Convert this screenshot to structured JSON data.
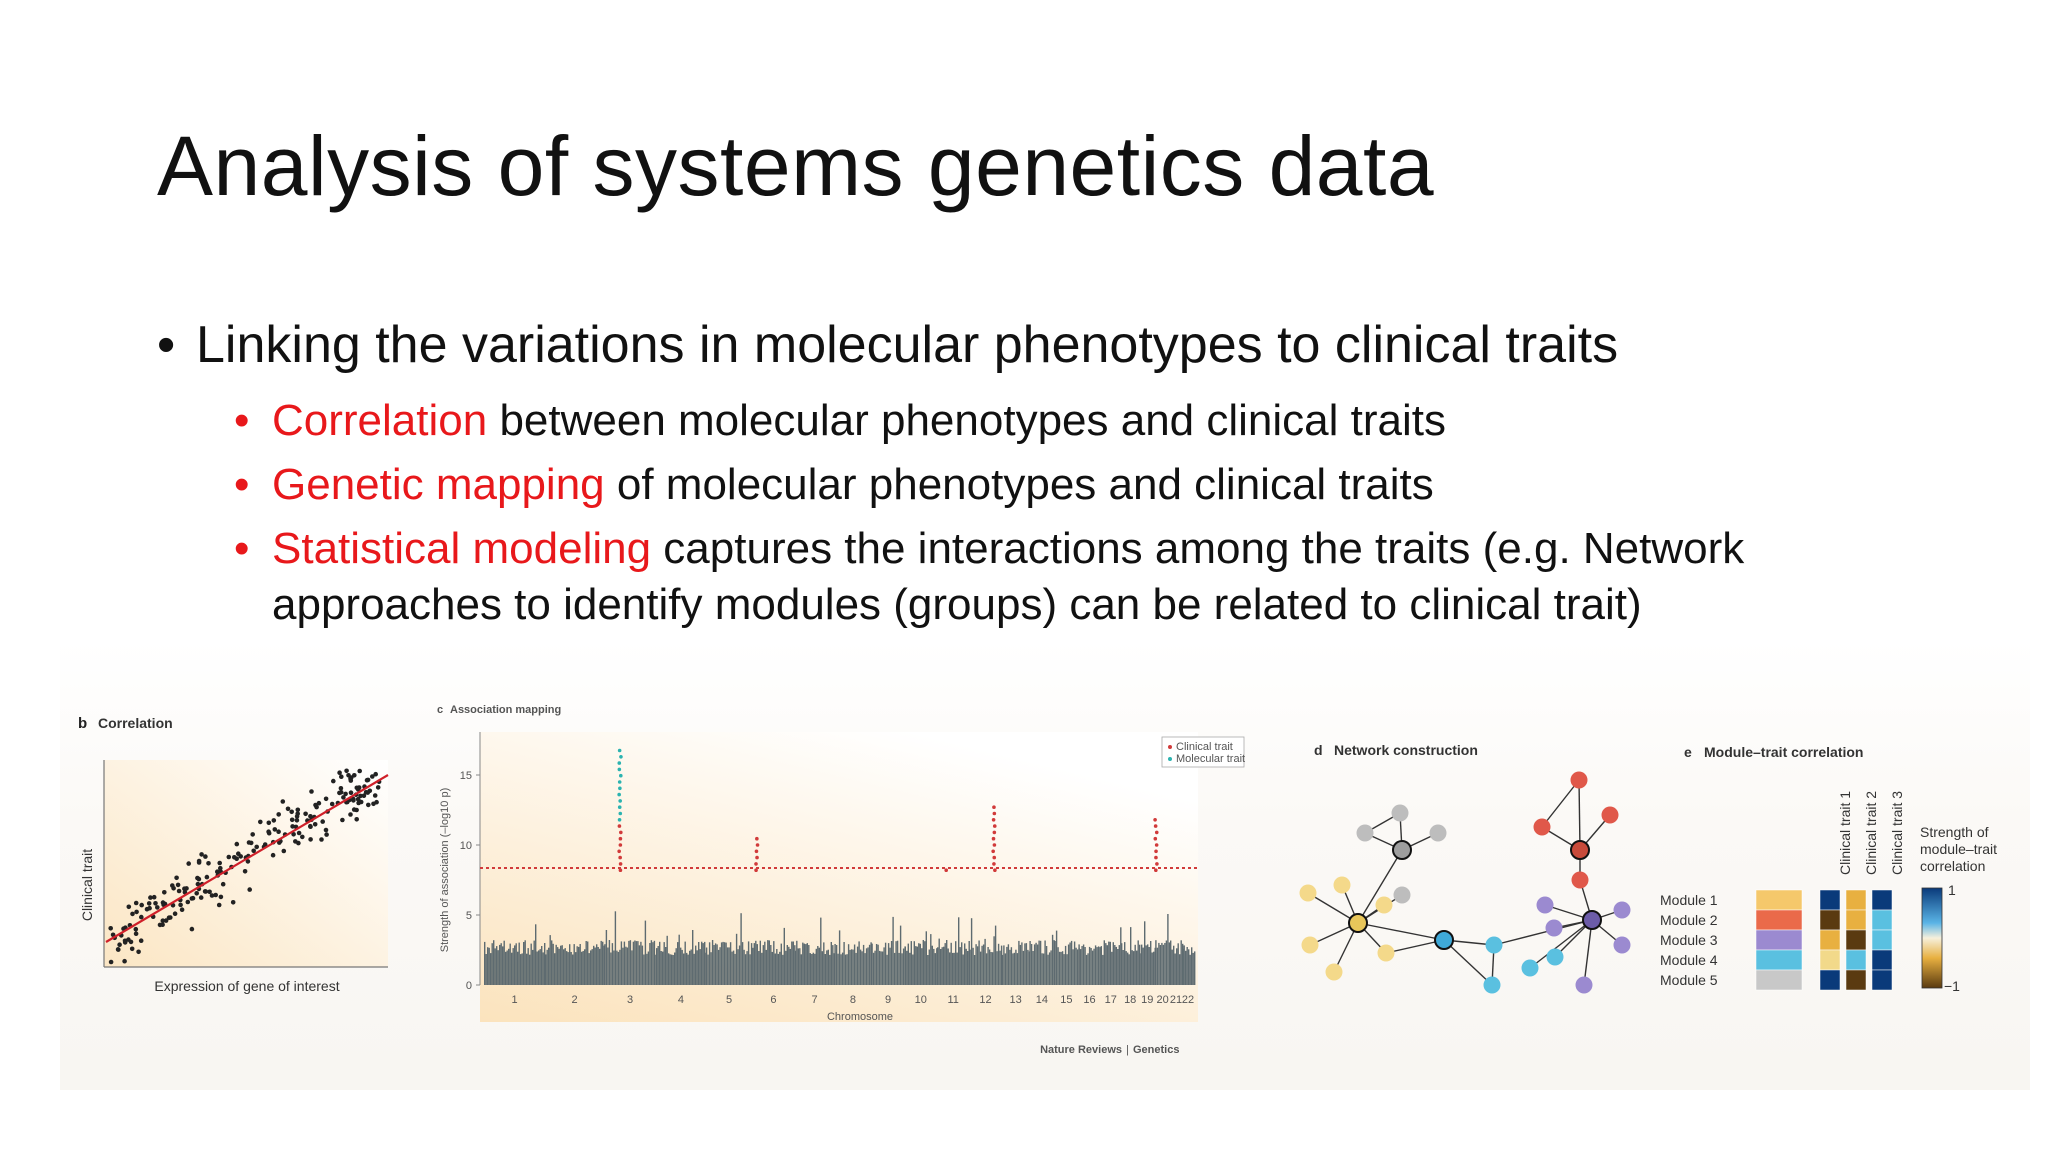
{
  "slide": {
    "title": "Analysis of systems genetics data",
    "main_bullet": "Linking the variations in molecular phenotypes to clinical traits",
    "sub_bullets": [
      {
        "highlight": "Correlation",
        "rest": " between molecular phenotypes and clinical traits"
      },
      {
        "highlight": "Genetic mapping",
        "rest": " of molecular phenotypes and clinical traits"
      },
      {
        "highlight": "Statistical modeling",
        "rest": " captures the interactions among the traits (e.g. Network approaches to identify modules (groups) can be related to clinical trait)"
      }
    ],
    "accent_color": "#e8181b"
  },
  "panel_b": {
    "letter": "b",
    "title": "Correlation",
    "ylabel": "Clinical trait",
    "xlabel": "Expression of gene of interest",
    "line_color": "#d0202a"
  },
  "panel_c": {
    "letter": "c",
    "title": "Association mapping",
    "ylabel": "Strength of association (–log10 p)",
    "xlabel": "Chromosome",
    "y_ticks": [
      "0",
      "5",
      "10",
      "15"
    ],
    "chromosomes": [
      "1",
      "2",
      "3",
      "4",
      "5",
      "6",
      "7",
      "8",
      "9",
      "10",
      "11",
      "12",
      "13",
      "14",
      "15",
      "16",
      "17",
      "18",
      "19",
      "20",
      "21",
      "22"
    ],
    "legend": [
      "Clinical trait",
      "Molecular trait"
    ],
    "credit_journal": "Nature Reviews",
    "credit_section": "Genetics",
    "colors": {
      "clinical": "#d13a3a",
      "molecular": "#2bb3b0",
      "background": "#5e6b70"
    }
  },
  "panel_d": {
    "letter": "d",
    "title": "Network construction"
  },
  "panel_e": {
    "letter": "e",
    "title": "Module–trait correlation",
    "modules": [
      "Module 1",
      "Module 2",
      "Module 3",
      "Module 4",
      "Module 5"
    ],
    "module_colors": [
      "#f5c86b",
      "#ea6a4a",
      "#9b8ad0",
      "#5ac0e0",
      "#c8c8c8"
    ],
    "traits": [
      "Clinical trait 1",
      "Clinical trait 2",
      "Clinical trait 3"
    ],
    "scale_title": [
      "Strength of",
      "module–trait",
      "correlation"
    ],
    "scale_max": "1",
    "scale_min": "−1"
  }
}
